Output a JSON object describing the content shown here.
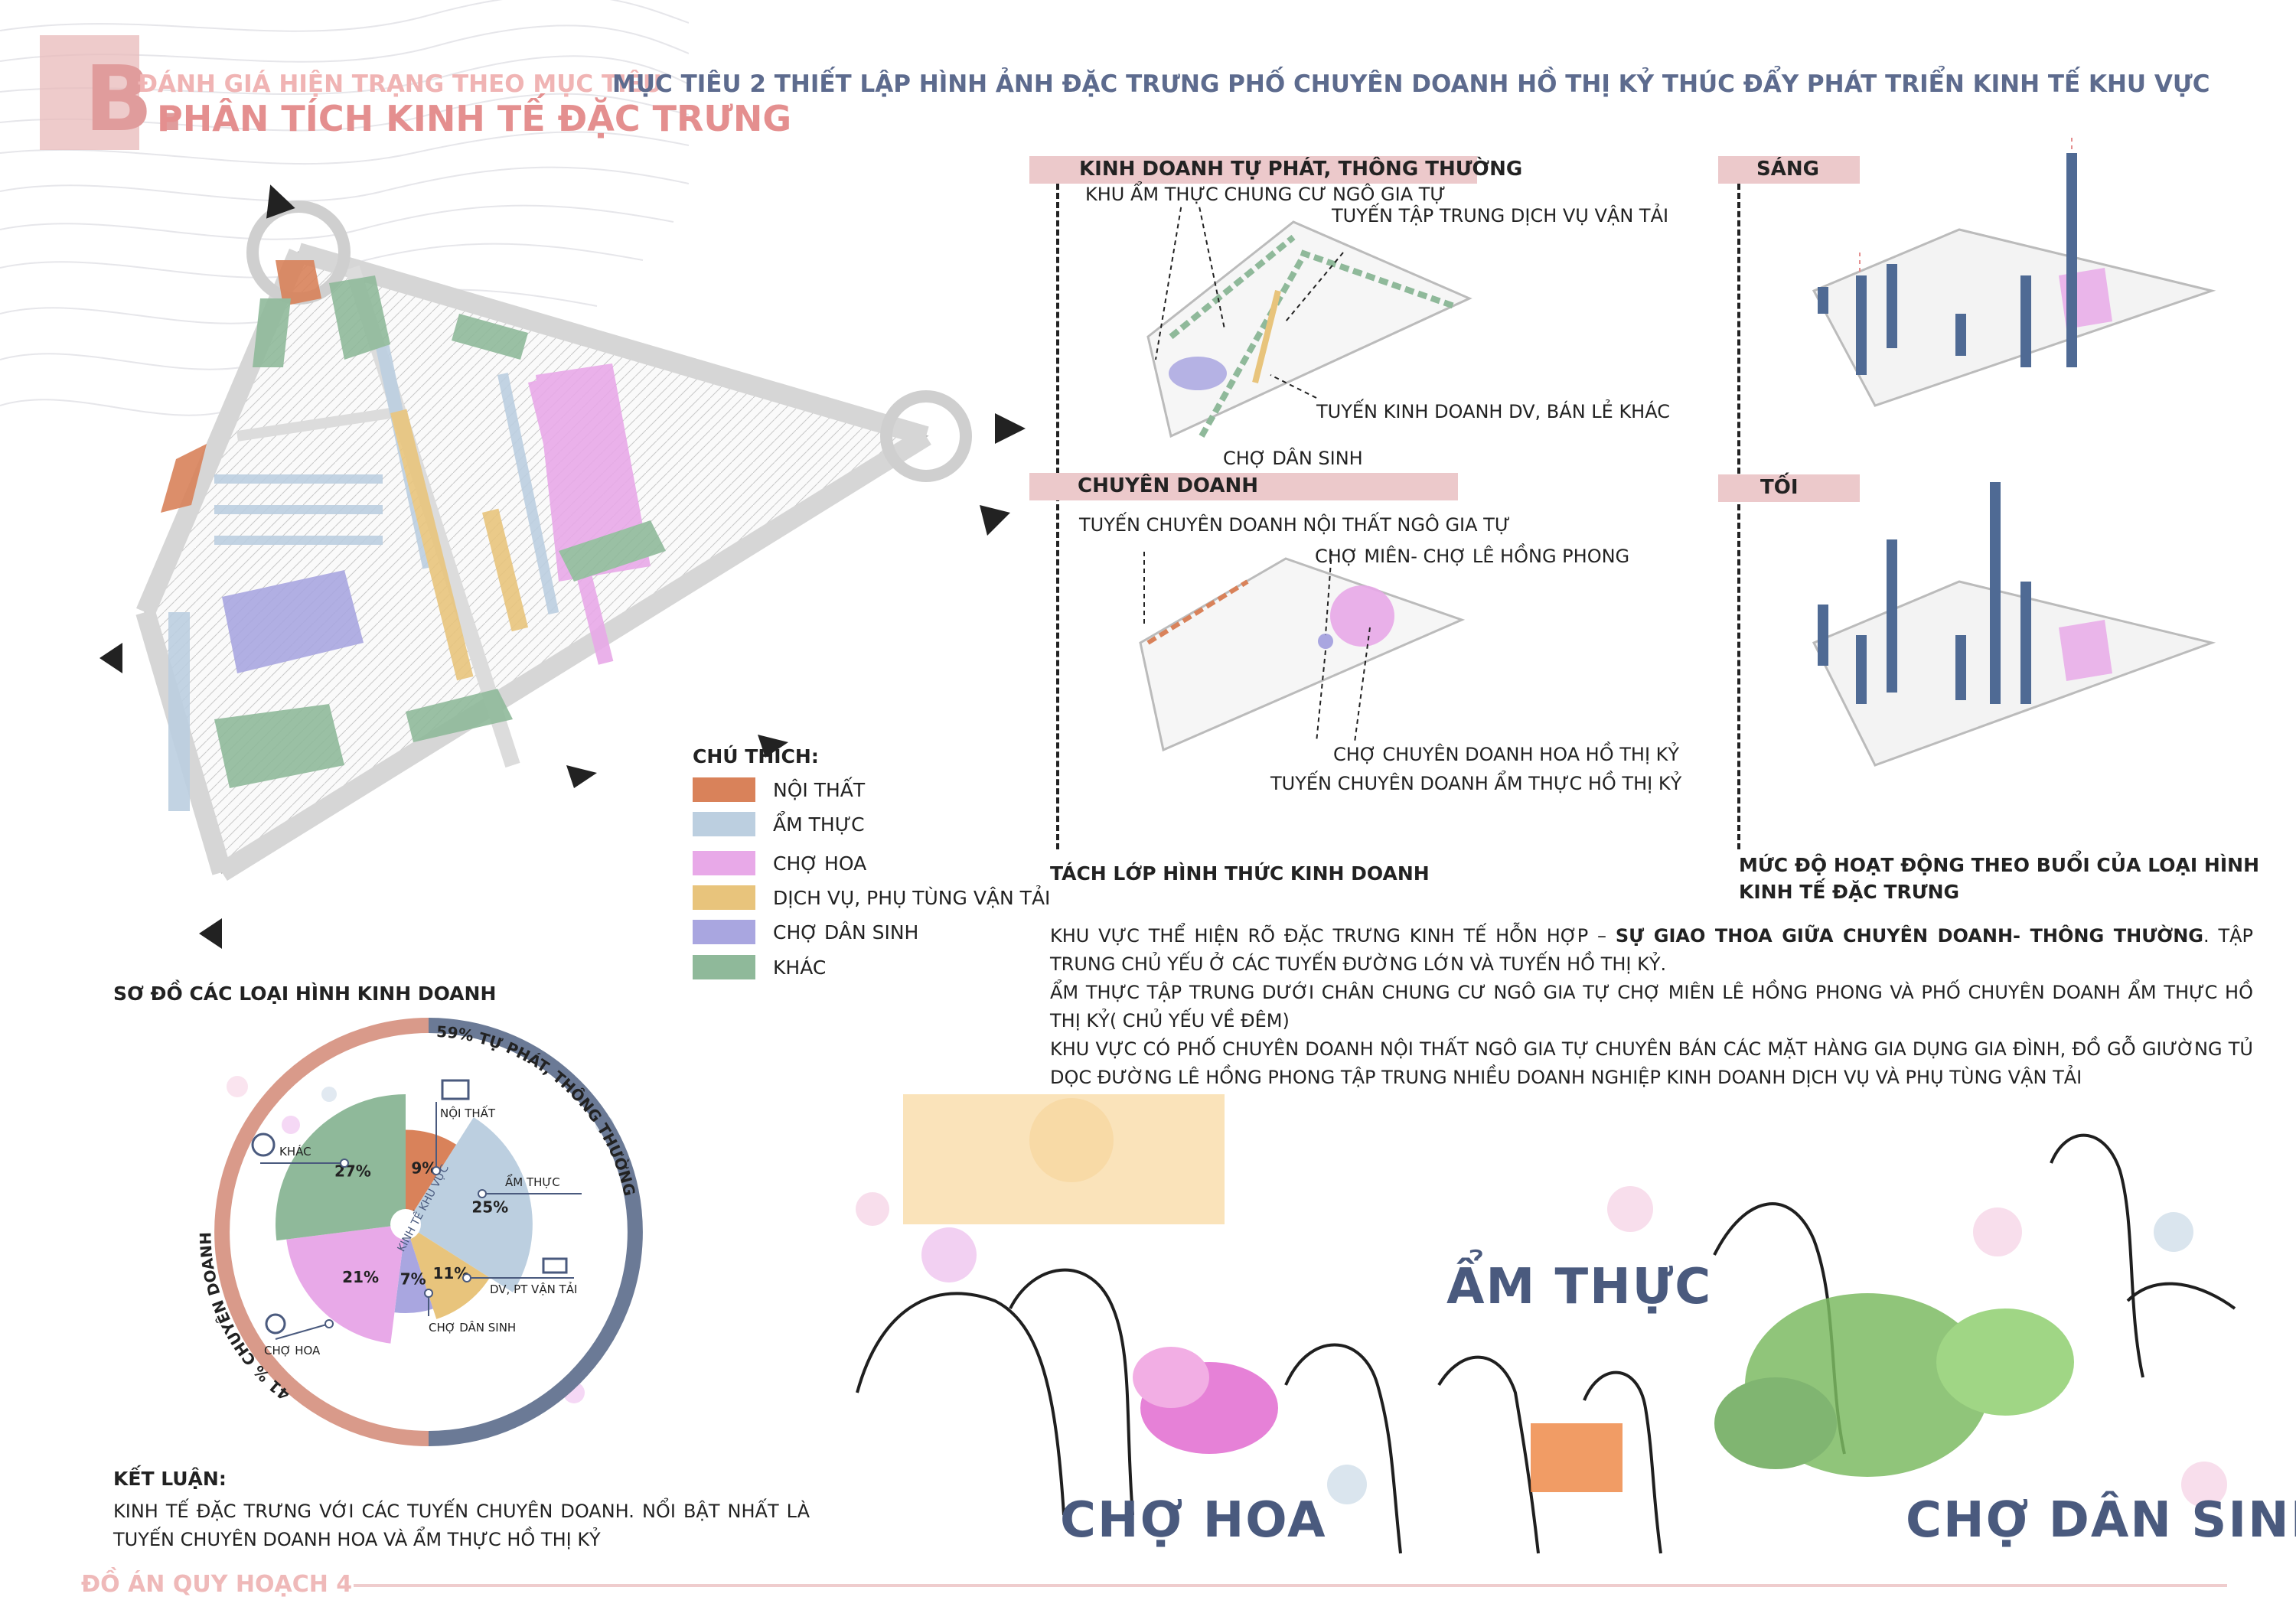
{
  "header": {
    "letter": "B.",
    "line1": "ĐÁNH GIÁ HIỆN TRẠNG THEO MỤC TIÊU",
    "line1b": "MỤC TIÊU 2 THIẾT LẬP HÌNH ẢNH ĐẶC TRƯNG PHỐ CHUYÊN DOANH HỒ THỊ KỶ THÚC ĐẨY PHÁT TRIỂN KINH TẾ KHU VỰC",
    "line2": "PHÂN TÍCH KINH TẾ ĐẶC TRƯNG"
  },
  "legend": {
    "title": "CHÚ THÍCH:",
    "items": [
      {
        "label": "NỘI THẤT",
        "color": "#d9825a"
      },
      {
        "label": "ẨM THỰC",
        "color": "#bccfe0"
      },
      {
        "label": "CHỢ HOA",
        "color": "#e8a9e8"
      },
      {
        "label": "DỊCH VỤ, PHỤ TÙNG VẬN TẢI",
        "color": "#e8c47c"
      },
      {
        "label": "CHỢ DÂN SINH",
        "color": "#a9a6e0"
      },
      {
        "label": "KHÁC",
        "color": "#8fb99a"
      }
    ]
  },
  "layer_section": {
    "bar1": "KINH DOANH TỰ PHÁT, THÔNG THƯỜNG",
    "labels1": [
      "KHU ẨM THỰC CHUNG CƯ NGÔ GIA TỰ",
      "TUYẾN TẬP TRUNG DỊCH VỤ VẬN TẢI",
      "TUYẾN KINH DOANH DV, BÁN LẺ  KHÁC",
      "CHỢ DÂN SINH"
    ],
    "bar2": "CHUYÊN DOANH",
    "labels2": [
      "TUYẾN CHUYÊN DOANH NỘI THẤT NGÔ GIA TỰ",
      "CHỢ MIÊN- CHỢ LÊ HỒNG PHONG",
      "CHỢ CHUYÊN DOANH HOA HỒ THỊ KỶ",
      "TUYẾN CHUYÊN DOANH ẨM THỰC HỒ THỊ KỶ"
    ],
    "caption": "TÁCH LỚP HÌNH THỨC KINH DOANH"
  },
  "activity_section": {
    "morning": "SÁNG",
    "evening": "TỐI",
    "caption": "MỨC ĐỘ HOẠT ĐỘNG THEO BUỔI CỦA LOẠI HÌNH KINH TẾ ĐẶC TRƯNG"
  },
  "description": {
    "p1_a": "KHU VỰC THỂ HIỆN RÕ ĐẶC TRƯNG KINH TẾ HỖN HỢP – ",
    "p1_b": "SỰ GIAO THOA GIỮA CHUYÊN DOANH- THÔNG THƯỜNG",
    "p1_c": ". TẬP TRUNG CHỦ YẾU Ở CÁC TUYẾN ĐƯỜNG LỚN VÀ TUYẾN HỒ THỊ KỶ.",
    "p2": "ẨM THỰC TẬP TRUNG DƯỚI CHÂN CHUNG CƯ NGÔ GIA TỰ CHỢ MIÊN LÊ HỒNG PHONG VÀ PHỐ CHUYÊN DOANH ẨM THỰC HỒ THỊ KỶ( CHỦ YẾU VỀ ĐÊM)",
    "p3": "KHU VỰC CÓ PHỐ CHUYÊN DOANH NỘI THẤT NGÔ GIA TỰ CHUYÊN BÁN CÁC MẶT HÀNG GIA DỤNG GIA ĐÌNH, ĐỒ GỖ GIƯỜNG TỦ DỌC ĐƯỜNG LÊ HỒNG PHONG TẬP TRUNG NHIỀU DOANH NGHIỆP KINH DOANH DỊCH VỤ VÀ PHỤ TÙNG VẬN TẢI"
  },
  "diagram": {
    "title": "SƠ ĐỒ CÁC LOẠI HÌNH KINH DOANH",
    "ring_left": "41 % CHUYÊN DOANH",
    "ring_right": "59% TỰ PHÁT, THÔNG THƯỜNG",
    "center": "KINH TẾ KHU VỰC",
    "segments": [
      {
        "label": "NỘI THẤT",
        "pct": "9%",
        "value": 9,
        "color": "#d9825a"
      },
      {
        "label": "ẨM THỰC",
        "pct": "25%",
        "value": 25,
        "color": "#bccfe0"
      },
      {
        "label": "DV, PT VẬN TẢI",
        "pct": "11%",
        "value": 11,
        "color": "#e8c47c"
      },
      {
        "label": "CHỢ DÂN SINH",
        "pct": "7%",
        "value": 7,
        "color": "#a9a6e0"
      },
      {
        "label": "CHỢ HOA",
        "pct": "21%",
        "value": 21,
        "color": "#e8a9e8"
      },
      {
        "label": "KHÁC",
        "pct": "27%",
        "value": 27,
        "color": "#8fb99a"
      }
    ]
  },
  "conclusion": {
    "title": "KẾT LUẬN:",
    "text": "KINH TẾ ĐẶC TRƯNG VỚI CÁC TUYẾN CHUYÊN DOANH. NỔI BẬT NHẤT LÀ TUYẾN CHUYÊN DOANH HOA VÀ ẨM THỰC HỒ THỊ KỶ"
  },
  "illustration": {
    "word1": "CHỢ HOA",
    "word2": "ẨM THỰC",
    "word3": "CHỢ DÂN SINH"
  },
  "footer": "ĐỒ ÁN QUY HOẠCH 4"
}
